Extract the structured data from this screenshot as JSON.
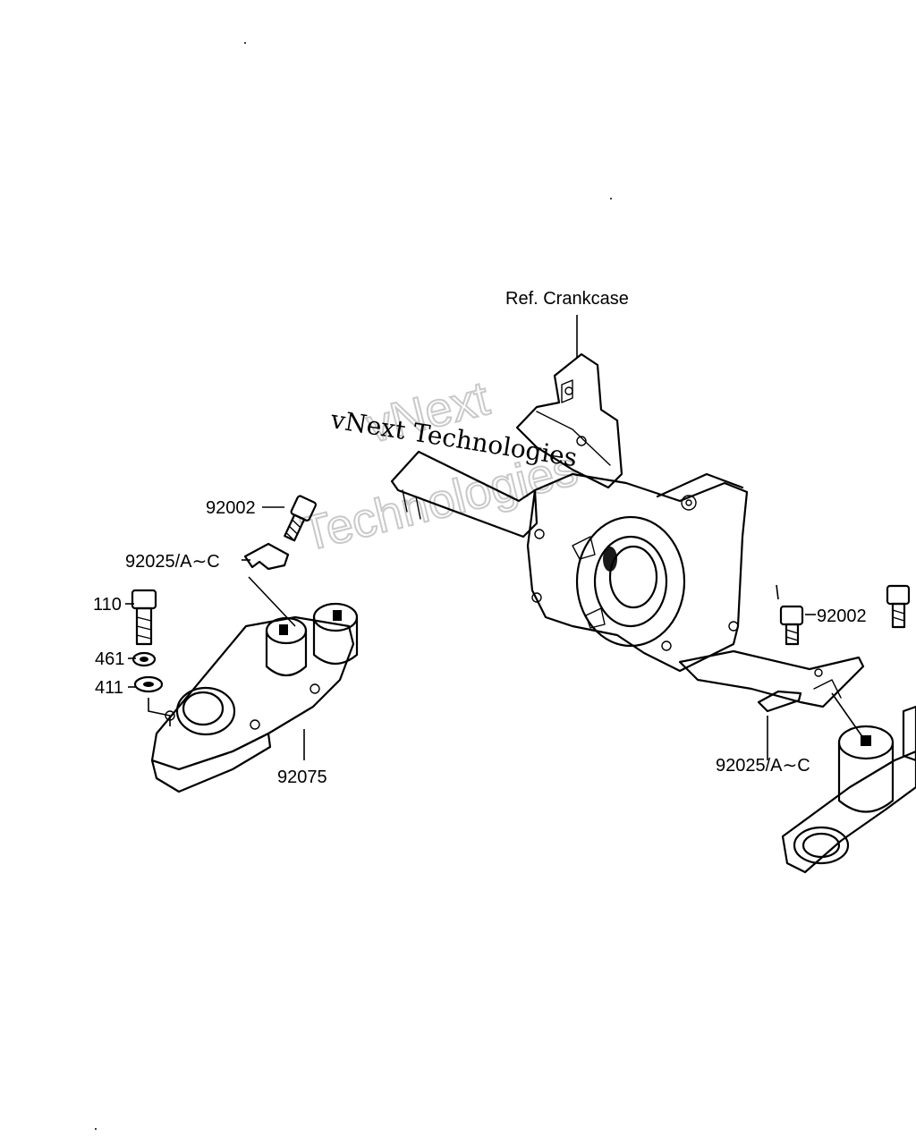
{
  "reference": {
    "crankcase": "Ref. Crankcase"
  },
  "callouts": {
    "left_bolt_top": "92002",
    "left_stopper": "92025/A∼C",
    "left_bolt": "110",
    "left_washer_461": "461",
    "left_washer_411": "411",
    "left_mount": "92075",
    "right_bolt": "92002",
    "right_stopper": "92025/A∼C"
  },
  "watermark": {
    "serif_text": "vNext Technologies",
    "outline_line1": "vNext",
    "outline_line2": "Technologies"
  }
}
